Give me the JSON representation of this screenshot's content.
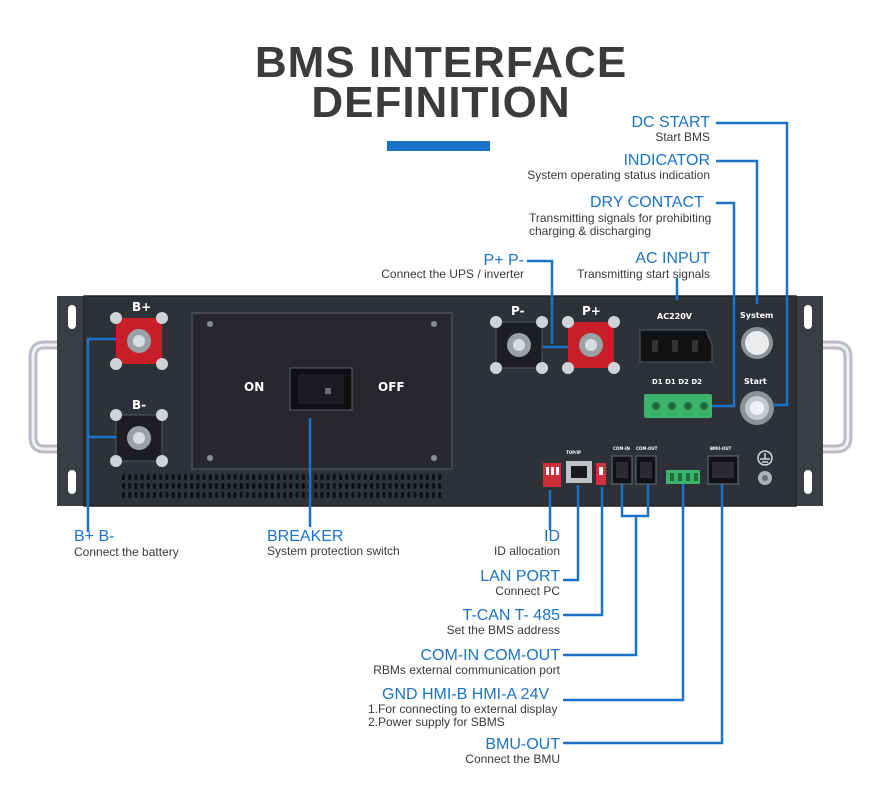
{
  "colors": {
    "accent": "#1a73c8",
    "panel": "#2e3137",
    "title": "#3b3b3b"
  },
  "title": {
    "line1": "BMS INTERFACE",
    "line2": "DEFINITION"
  },
  "annotations": {
    "dc_start": {
      "head": "DC START",
      "sub": "Start BMS"
    },
    "indicator": {
      "head": "INDICATOR",
      "sub": "System operating status indication"
    },
    "dry_contact": {
      "head": "DRY CONTACT",
      "sub1": "Transmitting signals for prohibiting",
      "sub2": "charging & discharging"
    },
    "ac_input": {
      "head": "AC INPUT",
      "sub": "Transmitting start signals"
    },
    "p_terminals": {
      "head": "P+ P-",
      "sub": "Connect the UPS / inverter"
    },
    "b_terminals": {
      "head": "B+ B-",
      "sub": "Connect the battery"
    },
    "breaker": {
      "head": "BREAKER",
      "sub": "System protection switch"
    },
    "id": {
      "head": "ID",
      "sub": "ID allocation"
    },
    "lan": {
      "head": "LAN PORT",
      "sub": "Connect PC"
    },
    "tcan": {
      "head": "T-CAN T- 485",
      "sub": "Set the BMS address"
    },
    "com": {
      "head": "COM-IN COM-OUT",
      "sub": "RBMs external communication port"
    },
    "hmi": {
      "head": "GND HMI-B HMI-A 24V",
      "sub1": "1.For connecting to external display",
      "sub2": "2.Power supply for SBMS"
    },
    "bmu": {
      "head": "BMU-OUT",
      "sub": "Connect the BMU"
    }
  },
  "panel_labels": {
    "b_plus": "B+",
    "b_minus": "B-",
    "p_minus": "P-",
    "p_plus": "P+",
    "on": "ON",
    "off": "OFF",
    "ac220v": "AC220V",
    "system": "System",
    "start": "Start",
    "d_labels": "D1 D1 D2 D2",
    "top_ip": "TOP/IP",
    "com_in": "COM-IN",
    "com_out": "COM-OUT",
    "bmu_out": "BMU-OUT"
  },
  "icons": {
    "ground": "ground-icon",
    "switch": "rocker-switch-icon"
  }
}
